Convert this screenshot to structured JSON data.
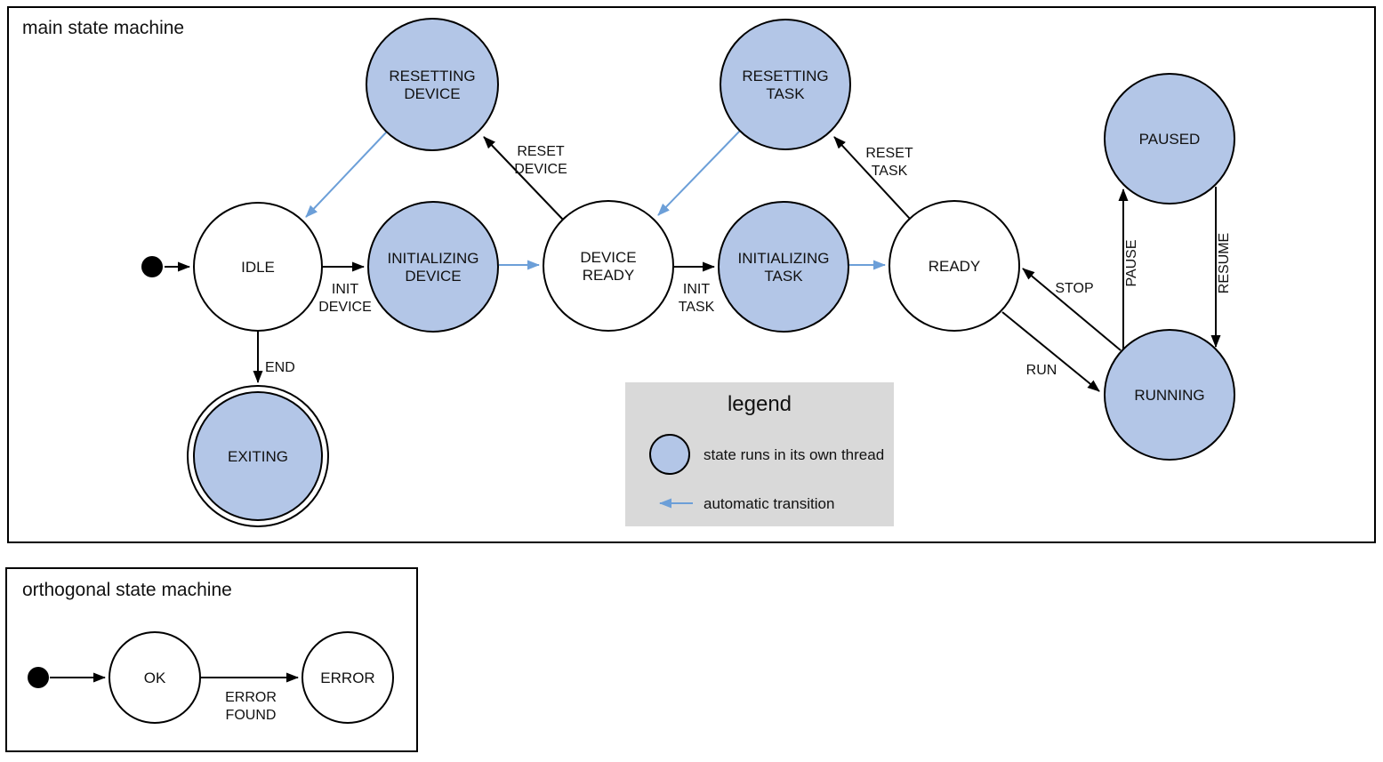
{
  "main": {
    "title": "main state machine",
    "states": {
      "idle": "IDLE",
      "resetting_device": [
        "RESETTING",
        "DEVICE"
      ],
      "initializing_device": [
        "INITIALIZING",
        "DEVICE"
      ],
      "device_ready": [
        "DEVICE",
        "READY"
      ],
      "resetting_task": [
        "RESETTING",
        "TASK"
      ],
      "initializing_task": [
        "INITIALIZING",
        "TASK"
      ],
      "ready": "READY",
      "paused": "PAUSED",
      "running": "RUNNING",
      "exiting": "EXITING"
    },
    "transitions": {
      "init_device": [
        "INIT",
        "DEVICE"
      ],
      "reset_device": [
        "RESET",
        "DEVICE"
      ],
      "init_task": [
        "INIT",
        "TASK"
      ],
      "reset_task": [
        "RESET",
        "TASK"
      ],
      "end": "END",
      "stop": "STOP",
      "run": "RUN",
      "pause": "PAUSE",
      "resume": "RESUME"
    },
    "legend": {
      "title": "legend",
      "thread_label": "state runs in its own thread",
      "auto_label": "automatic transition"
    }
  },
  "orthogonal": {
    "title": "orthogonal state machine",
    "states": {
      "ok": "OK",
      "error": "ERROR"
    },
    "transitions": {
      "error_found": [
        "ERROR",
        "FOUND"
      ]
    }
  },
  "colors": {
    "thread_state_fill": "#b3c6e7",
    "automatic_transition": "#6c9fd8",
    "legend_background": "#d9d9d9",
    "stroke": "#000000",
    "background": "#ffffff"
  }
}
